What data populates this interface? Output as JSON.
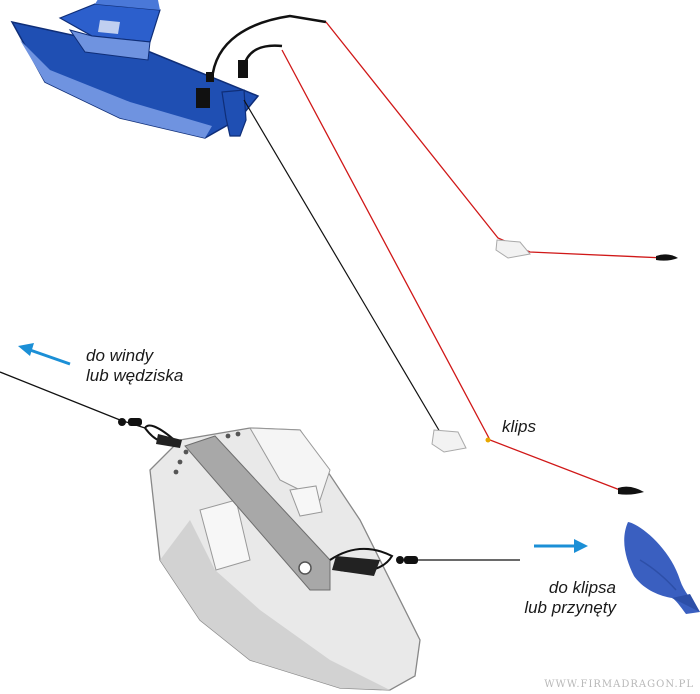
{
  "labels": {
    "to_winch_line1": "do windy",
    "to_winch_line2": "lub wędziska",
    "clip": "klips",
    "to_clip_line1": "do klipsa",
    "to_clip_line2": "lub przynęty"
  },
  "watermark": "WWW.FIRMADRAGON.PL",
  "colors": {
    "boat_blue": "#1f4fb3",
    "boat_light": "#6f93e0",
    "line_red": "#d01818",
    "line_black": "#111111",
    "arrow_blue": "#1b8fd6",
    "fish_blue": "#3a5fc0",
    "downrigger_grey": "#e4e4e4",
    "downrigger_dark": "#9a9a9a"
  },
  "icons": {
    "boat": "boat-icon",
    "fish": "fish-icon",
    "arrow": "arrow-icon"
  }
}
